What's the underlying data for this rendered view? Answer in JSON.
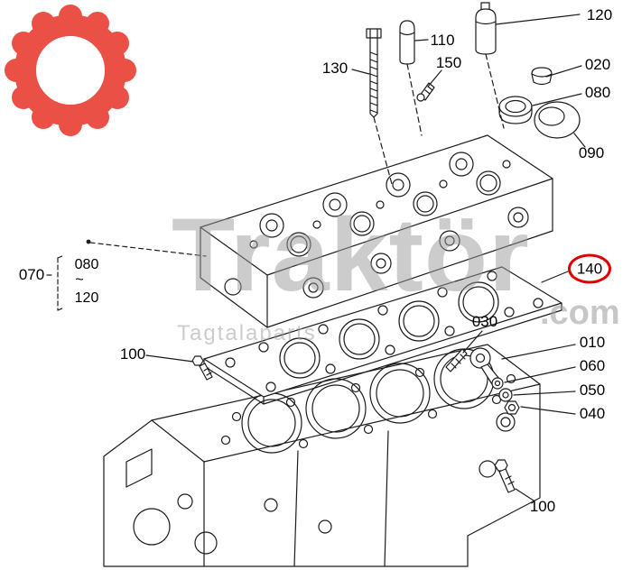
{
  "diagram": {
    "highlighted_part": "140"
  },
  "callouts": {
    "c120": "120",
    "c110": "110",
    "c150": "150",
    "c130": "130",
    "c020": "020",
    "c080": "080",
    "c090": "090",
    "c070": "070",
    "range_start": "080",
    "range_tilde": "~",
    "range_end": "120",
    "c140": "140",
    "c030": "030",
    "c010": "010",
    "c060": "060",
    "c050": "050",
    "c040": "040",
    "c100_left": "100",
    "c100_bottom": "100"
  },
  "watermark": {
    "brand": "Traktör",
    "tld": ".com",
    "subtitle": "Tagtalaparts"
  },
  "colors": {
    "highlight_ring": "#e00000",
    "logo": "#e8392c",
    "line": "#1c1c1c",
    "watermark": "#9a9a9a"
  }
}
